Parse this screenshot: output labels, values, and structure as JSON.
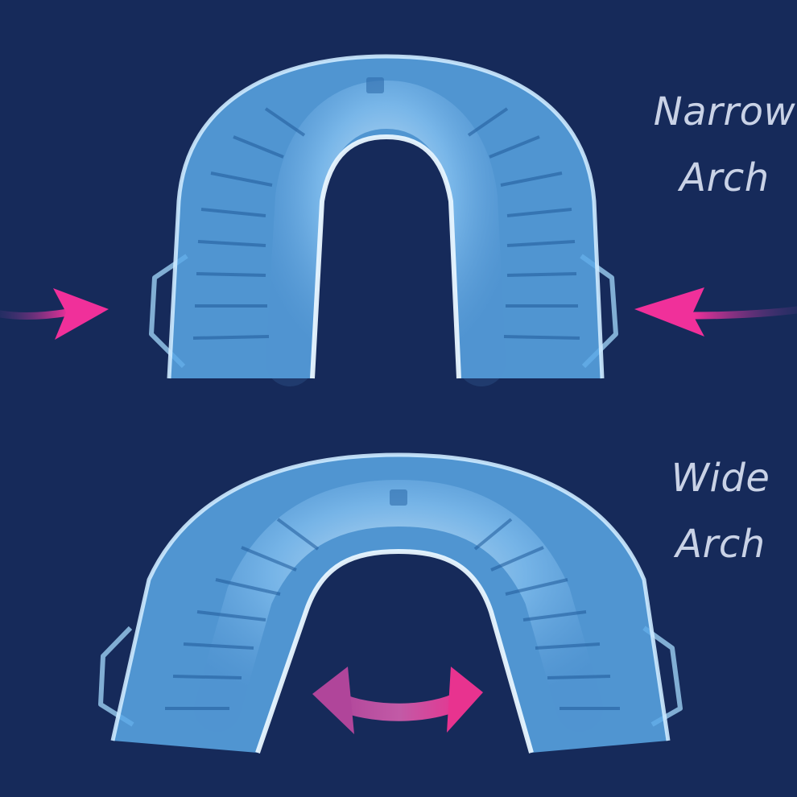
{
  "labels": {
    "narrow_line1": "Narrow",
    "narrow_line2": "Arch",
    "wide_line1": "Wide",
    "wide_line2": "Arch"
  },
  "colors": {
    "background": "#162a5a",
    "mouthguard": "#7ec3f2",
    "arrow": "#e8338f",
    "text": "#c9d2e6"
  }
}
